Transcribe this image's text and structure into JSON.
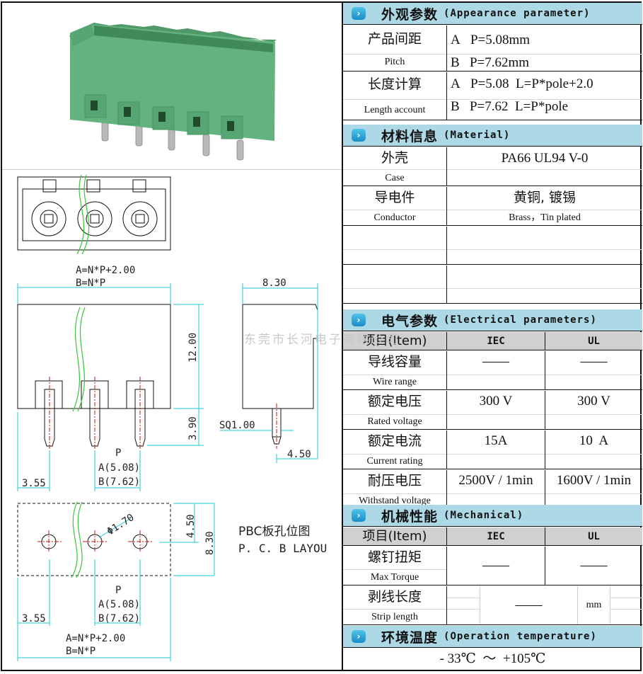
{
  "watermark": "东莞市长河电子有限公司",
  "drawing": {
    "top_formula_a": "A=N*P+2.00",
    "top_formula_b": "B=N*P",
    "dim_height_body": "12.00",
    "dim_height_pin": "3.90",
    "dim_side_width": "8.30",
    "dim_pin_square": "SQ1.00",
    "dim_side_offset": "4.50",
    "dim_edge_offset": "3.55",
    "pitch_label": "P",
    "pitch_a": "A(5.08)",
    "pitch_b": "B(7.62)",
    "hole_diameter": "Φ1.70",
    "pcb_dim_half": "4.50",
    "pcb_dim_full": "8.30",
    "pcb_title_zh": "PBC板孔位图",
    "pcb_title_en": "P. C. B  LAYOU",
    "pcb_edge_offset": "3.55",
    "pcb_pitch_label": "P",
    "pcb_pitch_a": "A(5.08)",
    "pcb_pitch_b": "B(7.62)",
    "bottom_formula_a": "A=N*P+2.00",
    "bottom_formula_b": "B=N*P"
  },
  "sections": {
    "appearance": {
      "title_zh": "外观参数",
      "title_en": "(Appearance parameter)",
      "rows": [
        {
          "zh": "产品间距",
          "en": "Pitch",
          "line1_key": "A",
          "line1_val": "P=5.08mm",
          "line2_key": "B",
          "line2_val": "P=7.62mm"
        },
        {
          "zh": "长度计算",
          "en": "Length account",
          "line1_key": "A",
          "line1_val": "P=5.08  L=P*pole+2.0",
          "line2_key": "B",
          "line2_val": "P=7.62  L=P*pole"
        }
      ]
    },
    "material": {
      "title_zh": "材料信息",
      "title_en": "(Material)",
      "rows": [
        {
          "zh": "外壳",
          "en": "Case",
          "val1": "PA66 UL94 V-0",
          "val2": ""
        },
        {
          "zh": "导电件",
          "en": "Conductor",
          "val1": "黄铜, 镀锡",
          "val2": "Brass，Tin plated"
        }
      ]
    },
    "electrical": {
      "title_zh": "电气参数",
      "title_en": "(Electrical parameters)",
      "columns": [
        "项目(Item)",
        "IEC",
        "UL"
      ],
      "rows": [
        {
          "zh": "导线容量",
          "en": "Wire range",
          "iec": "——",
          "ul": "——"
        },
        {
          "zh": "额定电压",
          "en": "Rated voltage",
          "iec": "300 V",
          "ul": "300 V"
        },
        {
          "zh": "额定电流",
          "en": "Current rating",
          "iec": "15A",
          "ul": "10  A"
        },
        {
          "zh": "耐压电压",
          "en": "Withstand voltage",
          "iec": "2500V / 1min",
          "ul": "1600V / 1min"
        }
      ]
    },
    "mechanical": {
      "title_zh": "机械性能",
      "title_en": "(Mechanical)",
      "columns": [
        "项目(Item)",
        "IEC",
        "UL"
      ],
      "rows": [
        {
          "zh": "螺钉扭矩",
          "en": "Max Torque",
          "iec": "——",
          "ul": "——"
        },
        {
          "zh": "剥线长度",
          "en": "Strip length",
          "value": "——",
          "unit": "mm"
        }
      ]
    },
    "temperature": {
      "title_zh": "环境温度",
      "title_en": "(Operation temperature)",
      "value": "- 33℃  ～  +105℃"
    }
  },
  "colors": {
    "header_bg": "#add8e6",
    "column_header_bg": "#d0d0d0",
    "dimension_line": "#1ec8d8",
    "break_line": "#3cc43c",
    "center_line": "#cc1010",
    "housing_green": "#5fad7a"
  }
}
